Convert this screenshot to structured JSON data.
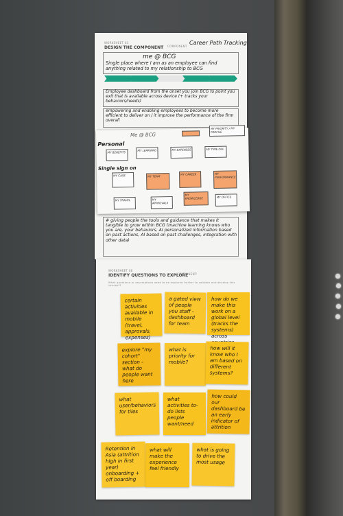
{
  "colors": {
    "sticky": "#f8c21f",
    "arrow": "#1aa081",
    "wireframe_highlight": "#f4a46c"
  },
  "sheet1": {
    "worksheet_label": "WORKSHEET 03",
    "title": "DESIGN THE COMPONENT",
    "component_label": "COMPONENT:",
    "component_value": "Career Path Tracking",
    "headline": "me @ BCG",
    "description": "Single place where I am as an employee can find anything related to my relationship to BCG",
    "arrows": [
      "",
      "",
      "",
      "",
      ""
    ],
    "note1": "Employee dashboard from the onset you join BCG to point you exit that is available across device (+ tracks your behaviors/needs)",
    "note2": "empowering and enabling employees to become more efficient to deliver on / it improve the performance of the firm overall",
    "bottom": "# giving people the tools and guidance that makes it tangible to grow within BCG (machine learning knows who you are, your behaviors, AI personalized information based on past actions, AI based on past challenges, integration with other data)"
  },
  "overlay": {
    "title": "Me @ BCG",
    "corner_note": "MY PRIORITY / MY PROFILE",
    "section_personal": "Personal",
    "section_signon": "Single sign on",
    "row1": [
      "MY BENEFITS",
      "MY LEARNING",
      "MY EXPENSES",
      "MY TIME OFF"
    ],
    "row2": [
      "MY CASE",
      "MY TEAM",
      "MY CAREER",
      "MY PERFORMANCE"
    ],
    "row3": [
      "MY TRAVEL",
      "MY APPROVALS",
      "MY KNOWLEDGE",
      "MY OFFICE"
    ]
  },
  "sheet2": {
    "worksheet_label": "WORKSHEET 06",
    "title": "IDENTIFY QUESTIONS TO EXPLORE",
    "component_label": "COMPONENT:",
    "prompt": "What questions or assumptions need to be explored further to validate and develop this concept?"
  },
  "stickies": [
    "certain activities available in mobile (travel, approvals, expenses)",
    "a gated view of people you staff - dashboard for team",
    "how do we make this work on a global level (tracks the systems) across countries",
    "explore \"my cohort\" section - what do people want here",
    "what is priority for mobile?",
    "how will it know who I am based on different systems?",
    "what user/behaviors for tiles",
    "what activities to-do lists people want/need",
    "how could our dashboard be an early indicator of attrition",
    "Retention in Asia (attrition high in first year) onboarding + off boarding",
    "what will make the experience feel friendly",
    "what is going to drive the most usage"
  ]
}
